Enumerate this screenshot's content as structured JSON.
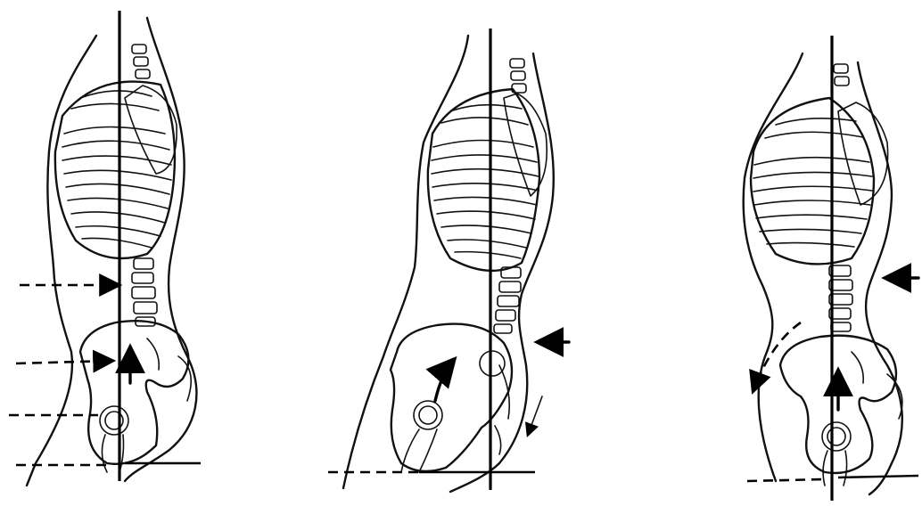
{
  "figure": {
    "panels": [
      {
        "id": "panel-1",
        "arrows": [
          "dashed-left-1",
          "dashed-left-2",
          "dashed-left-3",
          "dashed-left-4",
          "pelvis-up-arrow"
        ]
      },
      {
        "id": "panel-2",
        "arrows": [
          "lumbar-left-arrow",
          "sacral-down-arrow",
          "pelvis-diagonal-arrow",
          "baseline-dash"
        ]
      },
      {
        "id": "panel-3",
        "arrows": [
          "lumbar-left-arrow",
          "abdomen-down-dashed-arrow",
          "pelvis-up-arrow",
          "baseline-dash"
        ]
      }
    ],
    "colors": {
      "ink": "#111111",
      "background": "#ffffff"
    }
  }
}
